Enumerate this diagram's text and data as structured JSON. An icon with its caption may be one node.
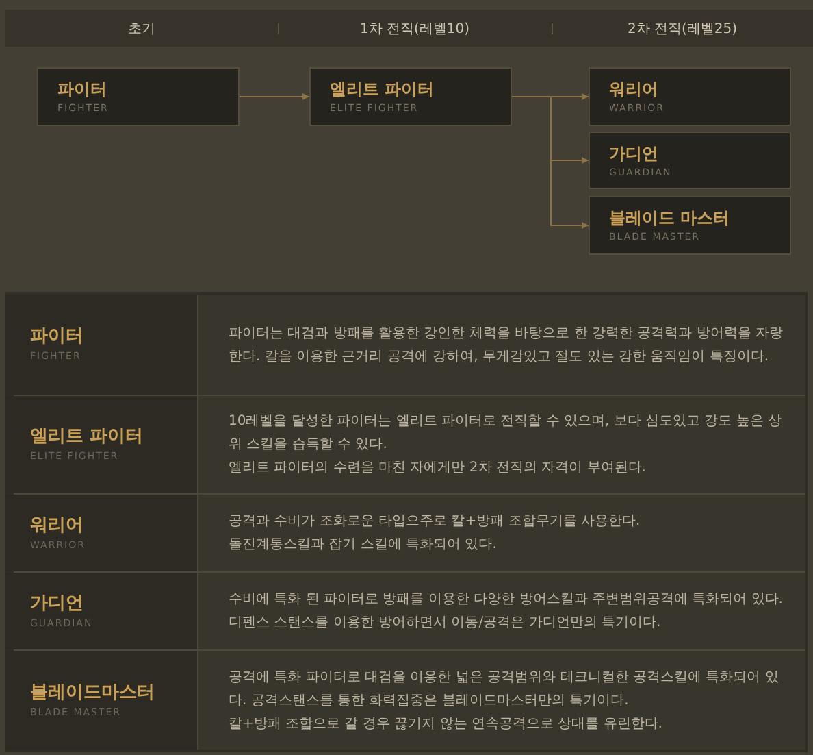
{
  "diagram": {
    "nodes": [
      {
        "text": [
          "파이터",
          "FIGHTER"
        ]
      },
      {
        "text": [
          "엘리트 파이터",
          "ELITE FIGHTER"
        ]
      },
      {
        "text": [
          "워리어",
          "WARRIOR"
        ]
      },
      {
        "text": [
          "가디언",
          "GUARDIAN"
        ]
      },
      {
        "text": [
          "블레이드 마스터",
          "BLADE MASTER"
        ]
      }
    ],
    "edges": [
      {
        "from": 0,
        "to": 1,
        "arrow": "to"
      },
      {
        "from": 1,
        "to": 2,
        "arrow": "to"
      },
      {
        "from": 1,
        "to": 3,
        "arrow": "to"
      },
      {
        "from": 1,
        "to": 4,
        "arrow": "to"
      }
    ],
    "labels": [
      "초기",
      "1차 전직(레벨10)",
      "2차 전직(레벨25)",
      "파이터",
      "FIGHTER",
      "파이터는 대검과 방패를 활용한 강인한 체력을 바탕으로 한 강력한 공격력과 방어력을 자랑한다. 칼을 이용한 근거리 공격에 강하여, 무게감있고 절도 있는 강한 움직임이 특징이다.",
      "엘리트 파이터",
      "ELITE FIGHTER",
      "10레벨을 달성한 파이터는 엘리트 파이터로 전직할 수 있으며, 보다 심도있고 강도 높은 상위 스킬을 습득할 수 있다.",
      "엘리트 파이터의 수련을 마친 자에게만 2차 전직의 자격이 부여된다.",
      "워리어",
      "WARRIOR",
      "공격과 수비가 조화로운 타입으주로 칼+방패 조합무기를 사용한다.",
      "돌진계통스킬과 잡기 스킬에 특화되어 있다.",
      "가디언",
      "GUARDIAN",
      "수비에 특화 된 파이터로 방패를 이용한 다양한 방어스킬과 주변범위공격에 특화되어 있다. 디펜스 스탠스를 이용한 방어하면서 이동/공격은 가디언만의 특기이다.",
      "블레이드마스터",
      "BLADE MASTER",
      "공격에 특화 파이터로 대검을 이용한 넓은 공격범위와 테크니컬한 공격스킬에 특화되어 있다. 공격스탠스를 통한 화력집중은 블레이드마스터만의 특기이다.",
      "칼+방패 조합으로 갈 경우 끊기지 않는 연속공격으로 상대를 유린한다."
    ]
  }
}
